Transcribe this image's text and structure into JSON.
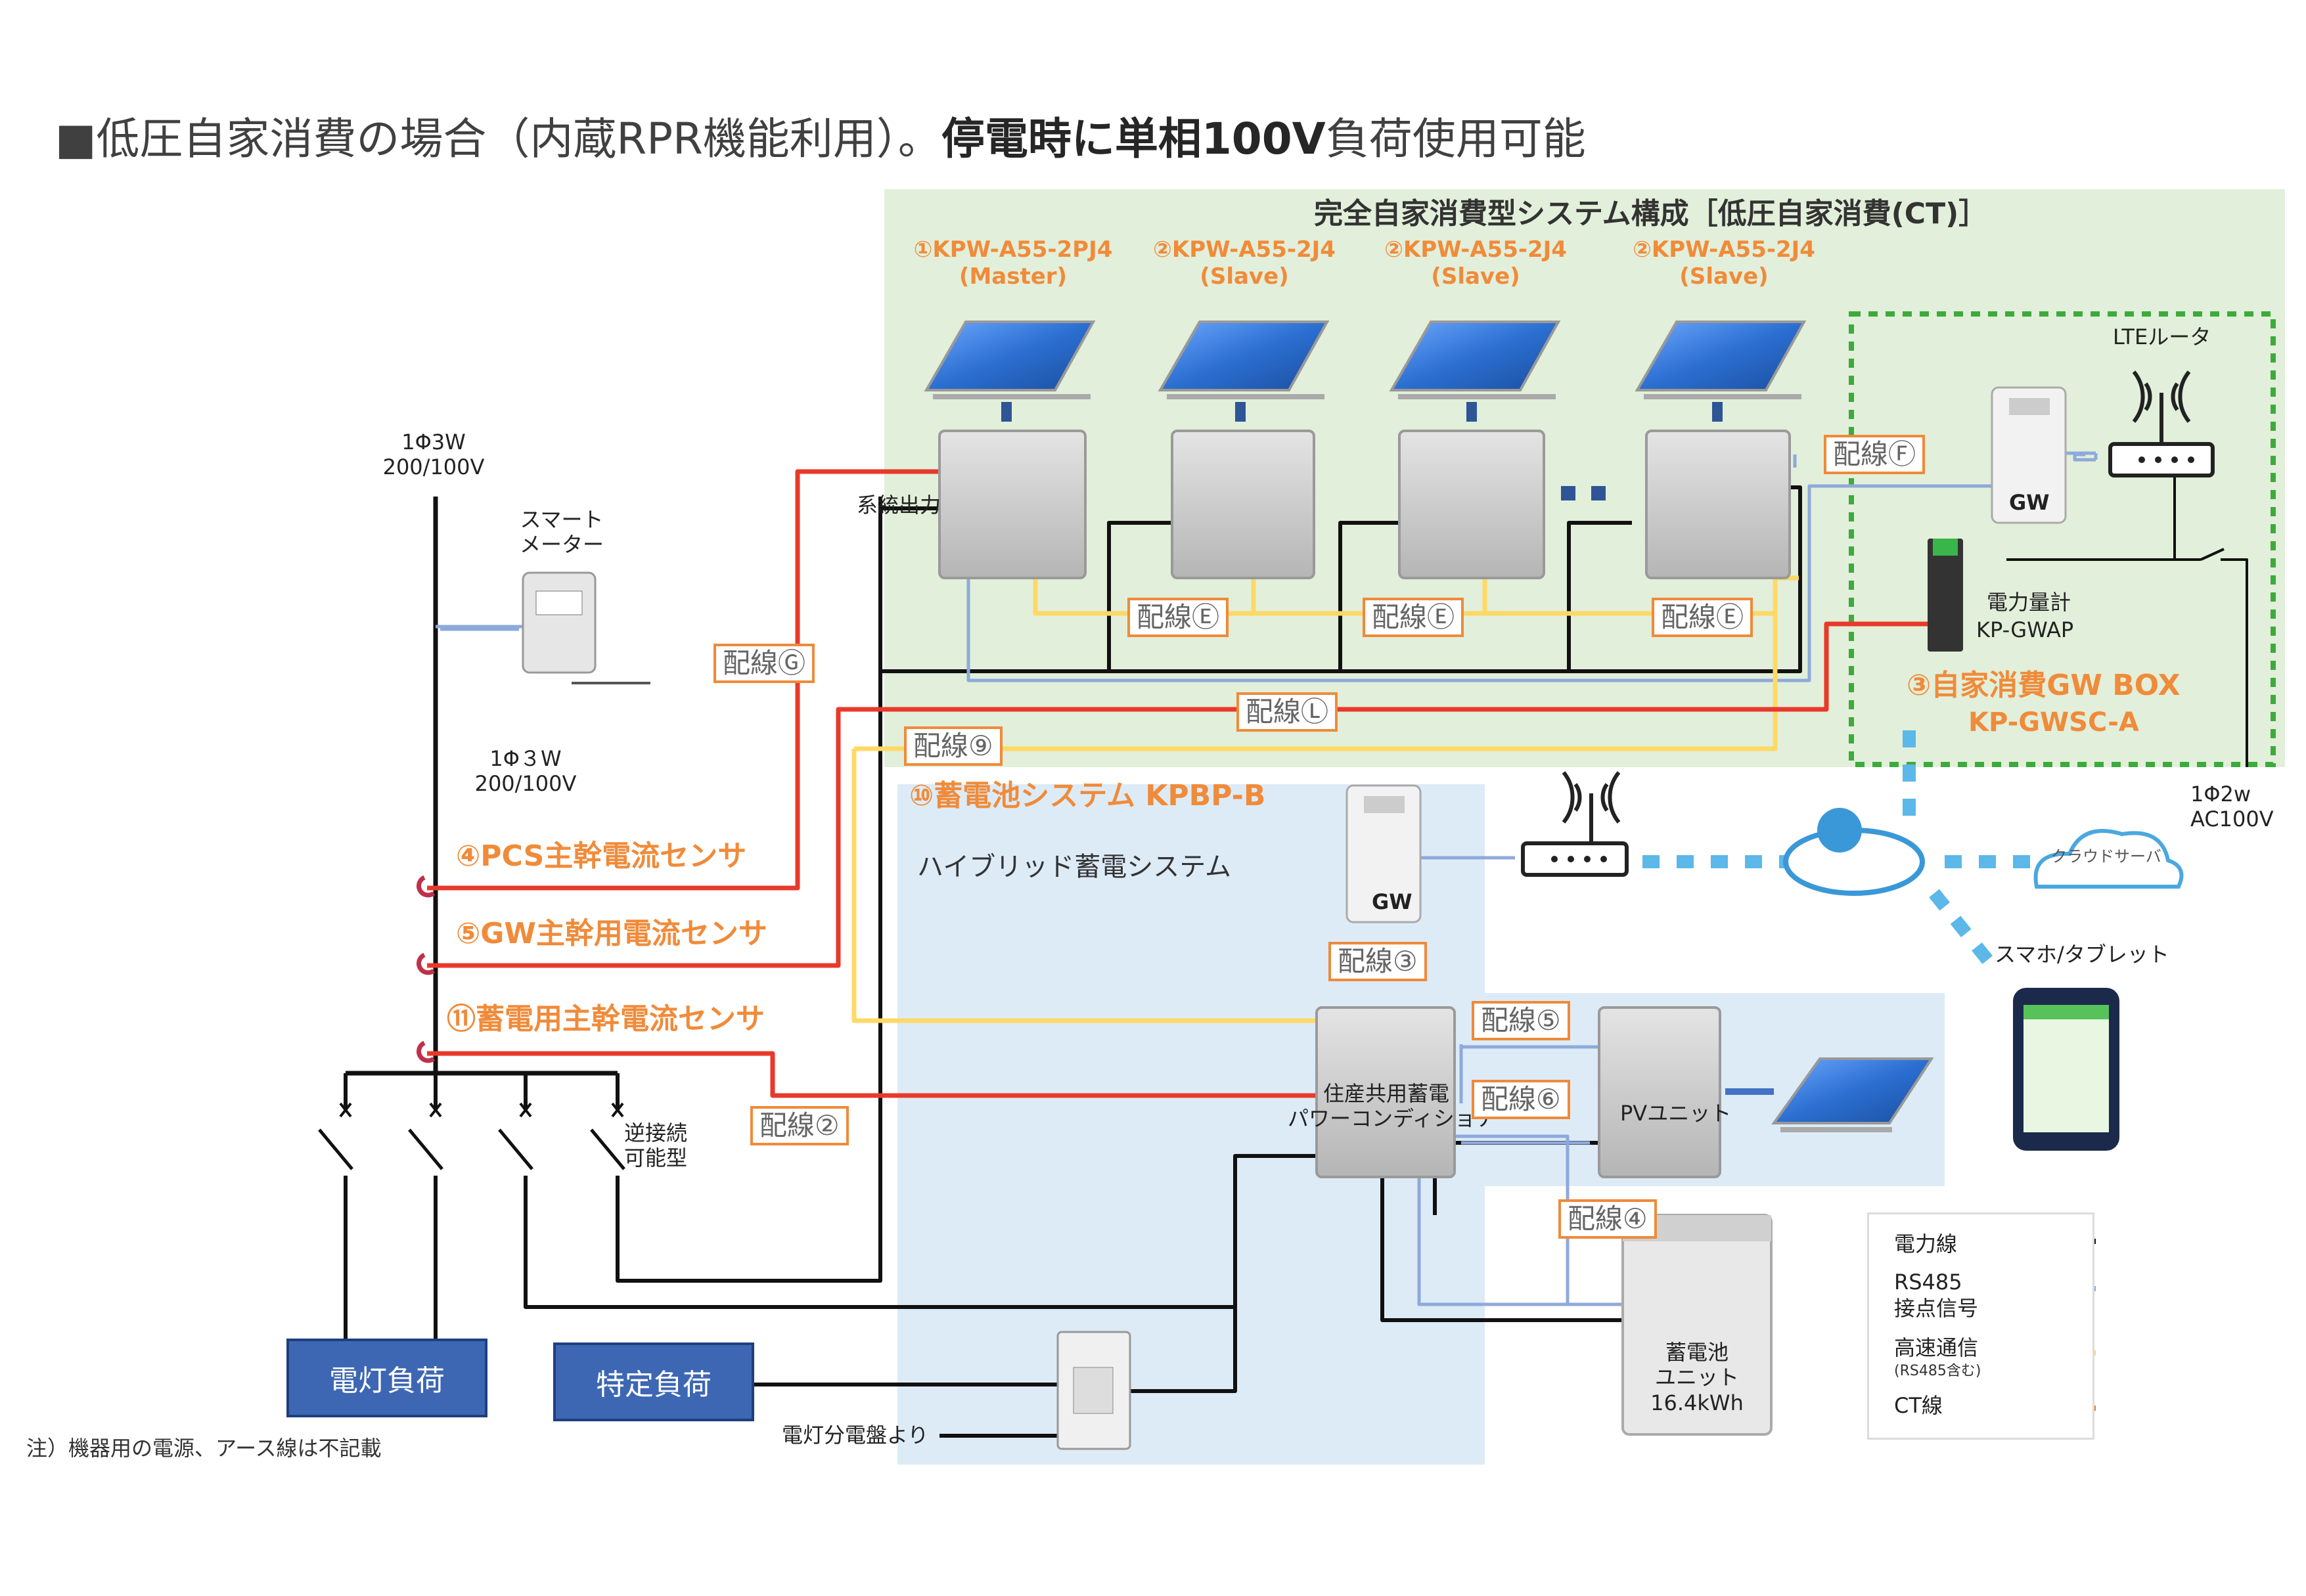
{
  "title": {
    "prefix": "■低圧自家消費の場合（内蔵RPR機能利用）。",
    "bold": "停電時に単相100V",
    "suffix": "負荷使用可能"
  },
  "green_area_title": "完全自家消費型システム構成［低圧自家消費(CT)］",
  "pcs": [
    {
      "line1": "①KPW-A55-2PJ4",
      "line2": "(Master)"
    },
    {
      "line1": "②KPW-A55-2J4",
      "line2": "(Slave)"
    },
    {
      "line1": "②KPW-A55-2J4",
      "line2": "(Slave)"
    },
    {
      "line1": "②KPW-A55-2J4",
      "line2": "(Slave)"
    }
  ],
  "labels": {
    "lte_router": "LTEルータ",
    "gw": "GW",
    "power_meter": "電力量計",
    "power_meter_model": "KP-GWAP",
    "gw_box": "③自家消費GW BOX",
    "gw_box_model": "KP-GWSC-A",
    "supply_1": "1Φ3W",
    "supply_1_v": "200/100V",
    "supply_2": "1Φ３W",
    "supply_2_v": "200/100V",
    "smart_meter_1": "スマート",
    "smart_meter_2": "メーター",
    "system_output": "系統出力",
    "ac100_1": "1Φ2w",
    "ac100_2": "AC100V",
    "battery_system": "⑩蓄電池システム  KPBP-B",
    "hybrid": "ハイブリッド蓄電システム",
    "cloud": "クラウドサーバ",
    "smartphone": "スマホ/タブレット",
    "sensor_pcs": "④PCS主幹電流センサ",
    "sensor_gw": "⑤GW主幹用電流センサ",
    "sensor_batt": "⑪蓄電用主幹電流センサ",
    "reverse_1": "逆接続",
    "reverse_2": "可能型",
    "pcs_hybrid_1": "住産共用蓄電",
    "pcs_hybrid_2": "パワーコンディショナ",
    "pv_unit": "PVユニット",
    "battery_1": "蓄電池",
    "battery_2": "ユニット",
    "battery_3": "16.4kWh",
    "light_load": "電灯負荷",
    "specific_load": "特定負荷",
    "from_panel": "電灯分電盤より",
    "note": "注）機器用の電源、アース線は不記載"
  },
  "wire_tags": {
    "E": "配線Ⓔ",
    "F": "配線Ⓕ",
    "G": "配線Ⓖ",
    "L": "配線Ⓛ",
    "w9": "配線⑨",
    "w3": "配線③",
    "w5": "配線⑤",
    "w6": "配線⑥",
    "w4": "配線④",
    "w2": "配線②"
  },
  "legend": {
    "power": "電力線",
    "rs485": "RS485",
    "contact": "接点信号",
    "highspeed": "高速通信",
    "highspeed_sub": "(RS485含む)",
    "ct": "CT線"
  },
  "colors": {
    "power": "#111111",
    "rs485": "#8eaadb",
    "highspeed": "#ffd966",
    "ct": "#e8392b",
    "legend_ct": "#ed7d31",
    "green_bg": "#e2efda",
    "blue_bg": "#ddebf7",
    "accent_orange": "#f08b3a",
    "dots_blue": "#5bb8e8"
  }
}
